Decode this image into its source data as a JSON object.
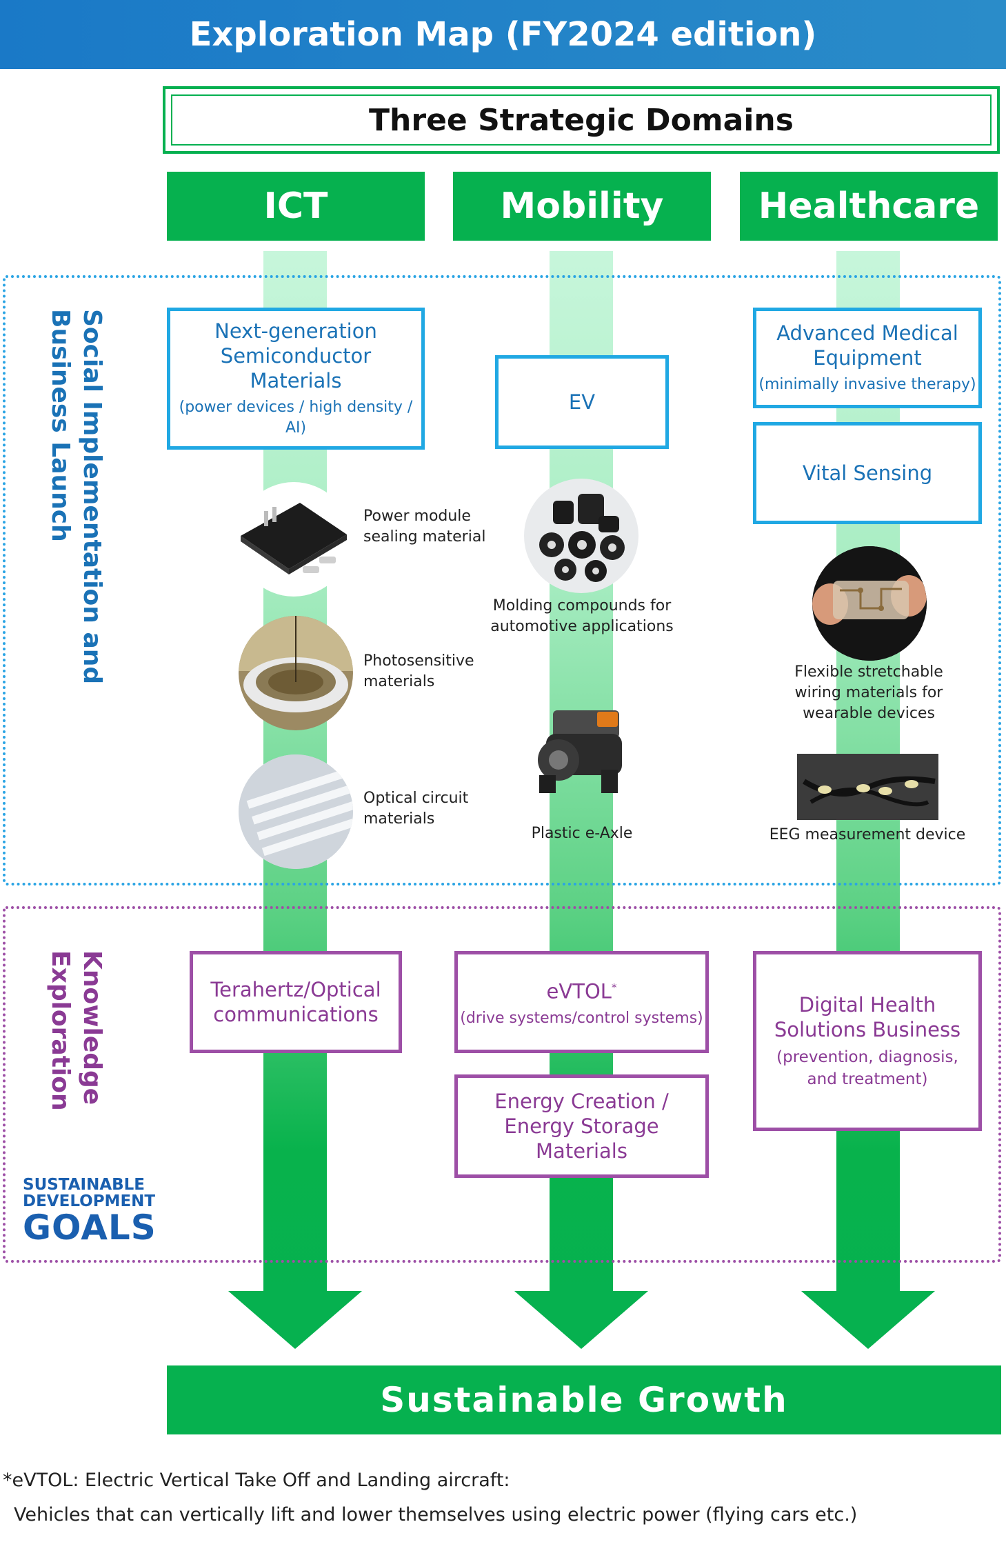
{
  "header": {
    "title": "Exploration Map (FY2024 edition)"
  },
  "domains": {
    "title": "Three Strategic Domains",
    "columns": [
      "ICT",
      "Mobility",
      "Healthcare"
    ]
  },
  "zones": {
    "social": {
      "line1": "Social Implementation and",
      "line2": "Business Launch",
      "color": "#2aa4e4"
    },
    "knowledge": {
      "line1": "Knowledge",
      "line2": "Exploration",
      "color": "#9d4fa6"
    }
  },
  "ict": {
    "box": {
      "title": "Next-generation Semiconductor Materials",
      "sub": "(power devices / high density / AI)"
    },
    "items": [
      {
        "line1": "Power module",
        "line2": "sealing material"
      },
      {
        "line1": "Photosensitive",
        "line2": "materials"
      },
      {
        "line1": "Optical circuit",
        "line2": "materials"
      }
    ],
    "explore": {
      "title": "Terahertz/Optical communications"
    }
  },
  "mobility": {
    "box": {
      "title": "EV"
    },
    "items": [
      {
        "line1": "Molding compounds for",
        "line2": "automotive applications"
      },
      {
        "line1": "Plastic e-Axle"
      }
    ],
    "explore1": {
      "title": "eVTOL",
      "mark": "*",
      "sub": "(drive systems/control systems)"
    },
    "explore2": {
      "title": "Energy Creation / Energy Storage Materials"
    }
  },
  "healthcare": {
    "box1": {
      "title": "Advanced Medical Equipment",
      "sub": "(minimally invasive therapy)"
    },
    "box2": {
      "title": "Vital Sensing"
    },
    "items": [
      {
        "line1": "Flexible stretchable",
        "line2": "wiring materials for",
        "line3": "wearable devices"
      },
      {
        "line1": "EEG measurement device"
      }
    ],
    "explore": {
      "title": "Digital Health Solutions Business",
      "sub": "(prevention, diagnosis, and treatment)"
    }
  },
  "sdg": {
    "line1": "SUSTAINABLE",
    "line2": "DEVELOPMENT",
    "goals": "GOALS"
  },
  "bottom": {
    "title": "Sustainable Growth"
  },
  "footnote": {
    "line1": "*eVTOL: Electric Vertical Take Off and Landing aircraft:",
    "line2": "Vehicles that can vertically lift and lower themselves using electric power (flying cars etc.)"
  },
  "colors": {
    "green": "#06b14f",
    "blue_header": "#1a79c7",
    "box_blue": "#20a8e3",
    "box_purple": "#9d4fa6"
  }
}
